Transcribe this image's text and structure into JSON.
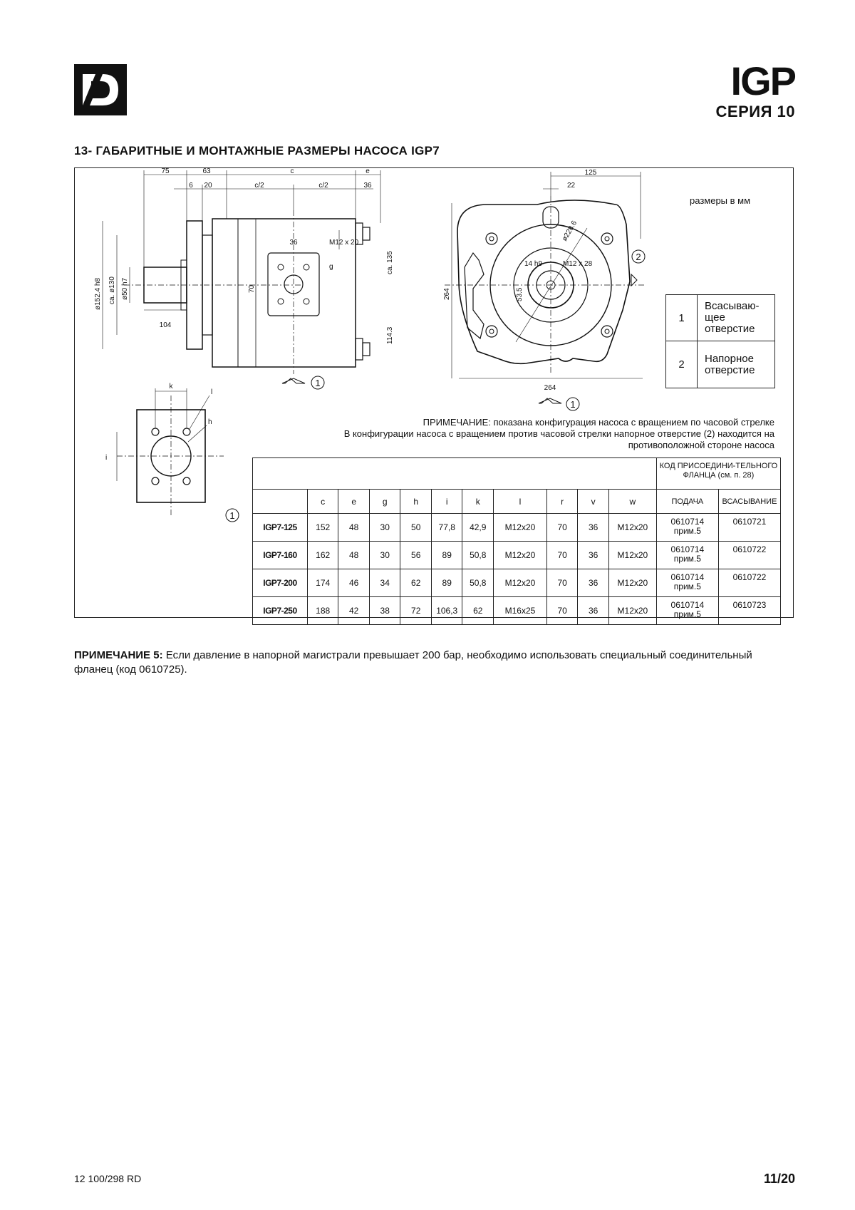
{
  "header": {
    "brand": "IGP",
    "series": "СЕРИЯ 10"
  },
  "section": {
    "title": "13- ГАБАРИТНЫЕ И МОНТАЖНЫЕ РАЗМЕРЫ НАСОСА IGP7"
  },
  "drawing": {
    "units_note": "размеры в мм",
    "side_view": {
      "dims": [
        "75",
        "63",
        "c",
        "e",
        "6",
        "20",
        "c/2",
        "c/2",
        "36",
        "36",
        "M12 x 20",
        "g",
        "70",
        "ca. 135",
        "114.3",
        "104",
        "ø152.4 h8",
        "ca. ø130",
        "ø50 h7"
      ],
      "port_marker": "1"
    },
    "front_view": {
      "dims": [
        "125",
        "22",
        "ø228.6",
        "14 h9",
        "M12 x 28",
        "53.5",
        "264",
        "264"
      ],
      "port_marker_bottom": "1",
      "port_marker_side": "2"
    },
    "flange_view": {
      "dims": [
        "k",
        "l",
        "h",
        "i"
      ],
      "port_marker": "1"
    },
    "legend": [
      {
        "num": "1",
        "text": "Всасываю-щее отверстие"
      },
      {
        "num": "2",
        "text": "Напорное отверстие"
      }
    ],
    "note_lines": [
      "ПРИМЕЧАНИЕ: показана конфигурация насоса с вращением по часовой стрелке",
      "В конфигурации насоса с вращением против часовой стрелки напорное отверстие (2) находится на",
      "противоположной стороне насоса"
    ]
  },
  "table": {
    "group_header": "КОД ПРИСОЕДИНИ-ТЕЛЬНОГО ФЛАНЦА (см. п. 28)",
    "columns": [
      "c",
      "e",
      "g",
      "h",
      "i",
      "k",
      "l",
      "r",
      "v",
      "w",
      "ПОДАЧА",
      "ВСАСЫВАНИЕ"
    ],
    "rows": [
      {
        "model": "IGP7-125",
        "c": "152",
        "e": "48",
        "g": "30",
        "h": "50",
        "i": "77,8",
        "k": "42,9",
        "l": "M12x20",
        "r": "70",
        "v": "36",
        "w": "M12x20",
        "supply": "0610714 прим.5",
        "suction": "0610721"
      },
      {
        "model": "IGP7-160",
        "c": "162",
        "e": "48",
        "g": "30",
        "h": "56",
        "i": "89",
        "k": "50,8",
        "l": "M12x20",
        "r": "70",
        "v": "36",
        "w": "M12x20",
        "supply": "0610714 прим.5",
        "suction": "0610722"
      },
      {
        "model": "IGP7-200",
        "c": "174",
        "e": "46",
        "g": "34",
        "h": "62",
        "i": "89",
        "k": "50,8",
        "l": "M12x20",
        "r": "70",
        "v": "36",
        "w": "M12x20",
        "supply": "0610714 прим.5",
        "suction": "0610722"
      },
      {
        "model": "IGP7-250",
        "c": "188",
        "e": "42",
        "g": "38",
        "h": "72",
        "i": "106,3",
        "k": "62",
        "l": "M16x25",
        "r": "70",
        "v": "36",
        "w": "M12x20",
        "supply": "0610714 прим.5",
        "suction": "0610723"
      }
    ]
  },
  "footnote": {
    "label": "ПРИМЕЧАНИЕ 5:",
    "text": " Если давление в напорной магистрали превышает 200 бар, необходимо использовать специальный соединительный фланец (код 0610725)."
  },
  "footer": {
    "doc_code": "12 100/298 RD",
    "page": "11/20"
  }
}
